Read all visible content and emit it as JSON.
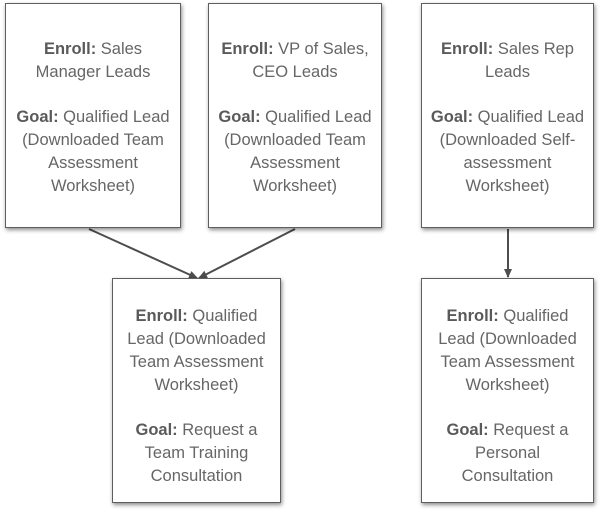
{
  "boxes": [
    {
      "enroll_label": "Enroll:",
      "enroll_text": "Sales Manager Leads",
      "goal_label": "Goal:",
      "goal_text": "Qualified Lead (Downloaded Team Assessment Worksheet)"
    },
    {
      "enroll_label": "Enroll:",
      "enroll_text": "VP of Sales, CEO Leads",
      "goal_label": "Goal:",
      "goal_text": "Qualified Lead (Downloaded Team Assessment Worksheet)"
    },
    {
      "enroll_label": "Enroll:",
      "enroll_text": "Sales Rep Leads",
      "goal_label": "Goal:",
      "goal_text": "Qualified Lead (Downloaded Self-assessment Worksheet)"
    },
    {
      "enroll_label": "Enroll:",
      "enroll_text": "Qualified Lead (Downloaded Team Assessment Worksheet)",
      "goal_label": "Goal:",
      "goal_text": "Request a Team Training Consultation"
    },
    {
      "enroll_label": "Enroll:",
      "enroll_text": "Qualified Lead (Downloaded Team Assessment Worksheet)",
      "goal_label": "Goal:",
      "goal_text": "Request a Personal Consultation"
    }
  ],
  "connections": [
    {
      "from": "sales-manager-leads",
      "to": "team-training-consultation"
    },
    {
      "from": "vp-ceo-leads",
      "to": "team-training-consultation"
    },
    {
      "from": "sales-rep-leads",
      "to": "personal-consultation"
    }
  ],
  "colors": {
    "box_border": "#5e5e5e",
    "text": "#555555",
    "arrow": "#4d4d4d"
  }
}
